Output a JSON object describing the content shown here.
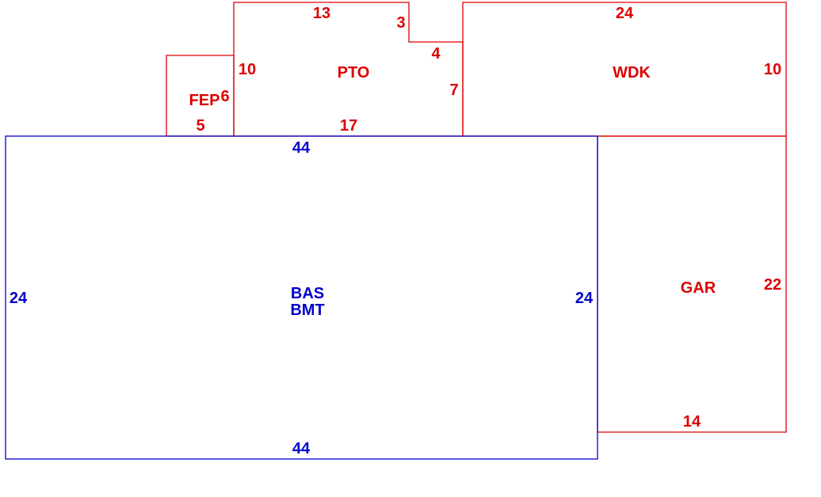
{
  "colors": {
    "main": "#0000cc",
    "addition": "#dd0000",
    "background": "#ffffff"
  },
  "areas": {
    "bas": {
      "code": "BAS",
      "dims": {
        "top": "44",
        "bottom": "44",
        "left": "24",
        "right": "24"
      }
    },
    "bmt": {
      "code": "BMT"
    },
    "fep": {
      "code": "FEP",
      "dims": {
        "bottom": "5",
        "right": "6"
      }
    },
    "pto": {
      "code": "PTO",
      "dims": {
        "top": "13",
        "notch_drop": "3",
        "notch_run": "4",
        "right": "7",
        "left": "10",
        "bottom": "17"
      }
    },
    "wdk": {
      "code": "WDK",
      "dims": {
        "top": "24",
        "right": "10"
      }
    },
    "gar": {
      "code": "GAR",
      "dims": {
        "right": "22",
        "bottom": "14"
      }
    }
  }
}
